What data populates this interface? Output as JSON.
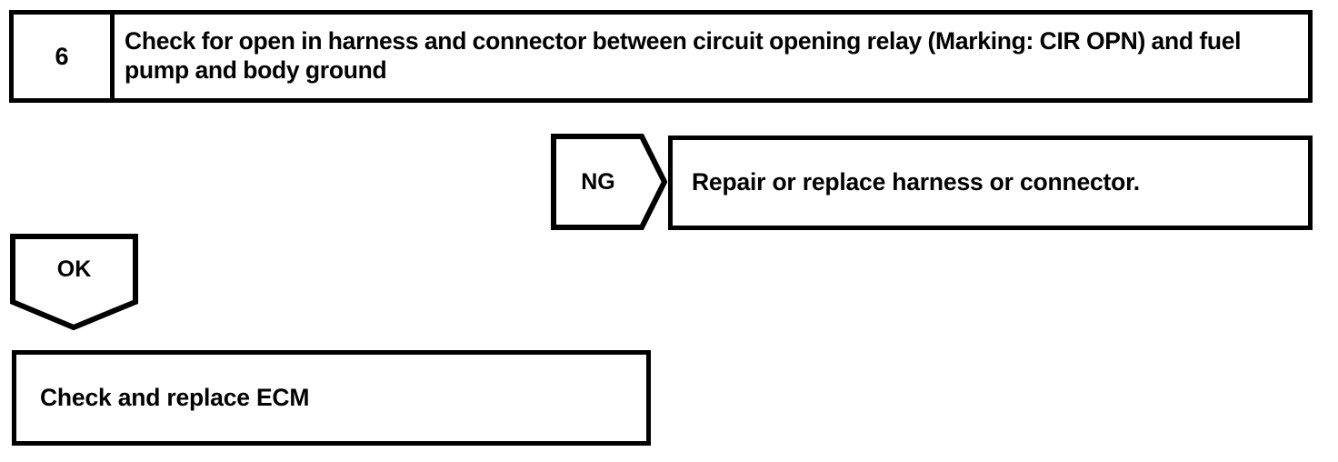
{
  "page": {
    "kind": "troubleshooting-flowchart",
    "background_color": "#ffffff",
    "line_color": "#000000"
  },
  "step": {
    "number": "6",
    "instruction": "Check for open in harness and connector between circuit opening relay (Marking: CIR OPN) and fuel pump and body ground"
  },
  "branches": {
    "ng": {
      "label": "NG",
      "result": "Repair or replace harness or connector."
    },
    "ok": {
      "label": "OK",
      "result": "Check and replace ECM"
    }
  }
}
